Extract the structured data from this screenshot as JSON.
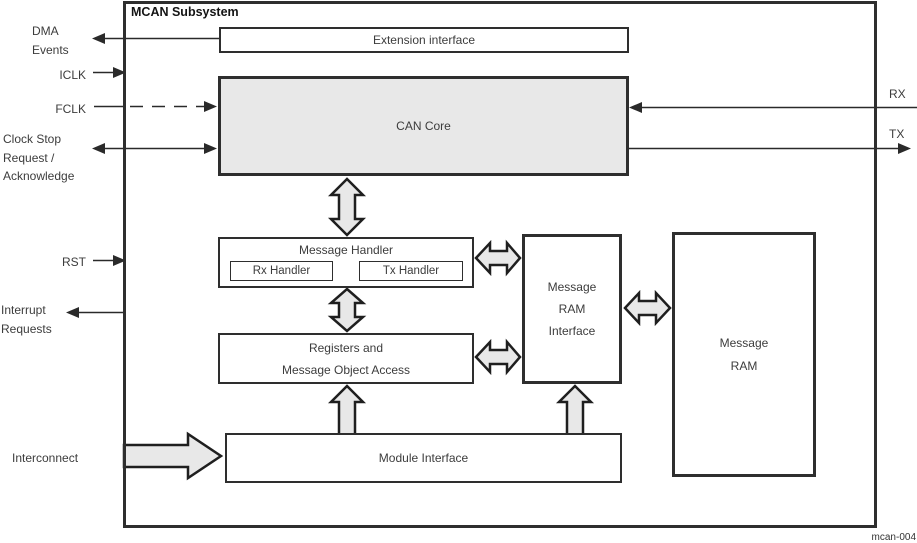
{
  "diagram": {
    "title": "MCAN Subsystem",
    "figure_id": "mcan-004",
    "blocks": {
      "extension_interface": "Extension interface",
      "can_core": "CAN Core",
      "message_handler": "Message Handler",
      "rx_handler": "Rx Handler",
      "tx_handler": "Tx Handler",
      "registers_line1": "Registers and",
      "registers_line2": "Message Object Access",
      "message_ram_interface_line1": "Message",
      "message_ram_interface_line2": "RAM",
      "message_ram_interface_line3": "Interface",
      "message_ram_line1": "Message",
      "message_ram_line2": "RAM",
      "module_interface": "Module Interface"
    },
    "signals": {
      "dma_line1": "DMA",
      "dma_line2": "Events",
      "iclk": "ICLK",
      "fclk": "FCLK",
      "clock_stop_line1": "Clock Stop",
      "clock_stop_line2": "Request /",
      "clock_stop_line3": "Acknowledge",
      "rst": "RST",
      "irq_line1": "Interrupt",
      "irq_line2": "Requests",
      "interconnect": "Interconnect",
      "rx": "RX",
      "tx": "TX"
    },
    "colors": {
      "stroke": "#2e2e2e",
      "block_fill_gray": "#e8e8e8",
      "text": "#3c3c3c",
      "background": "#ffffff"
    }
  }
}
